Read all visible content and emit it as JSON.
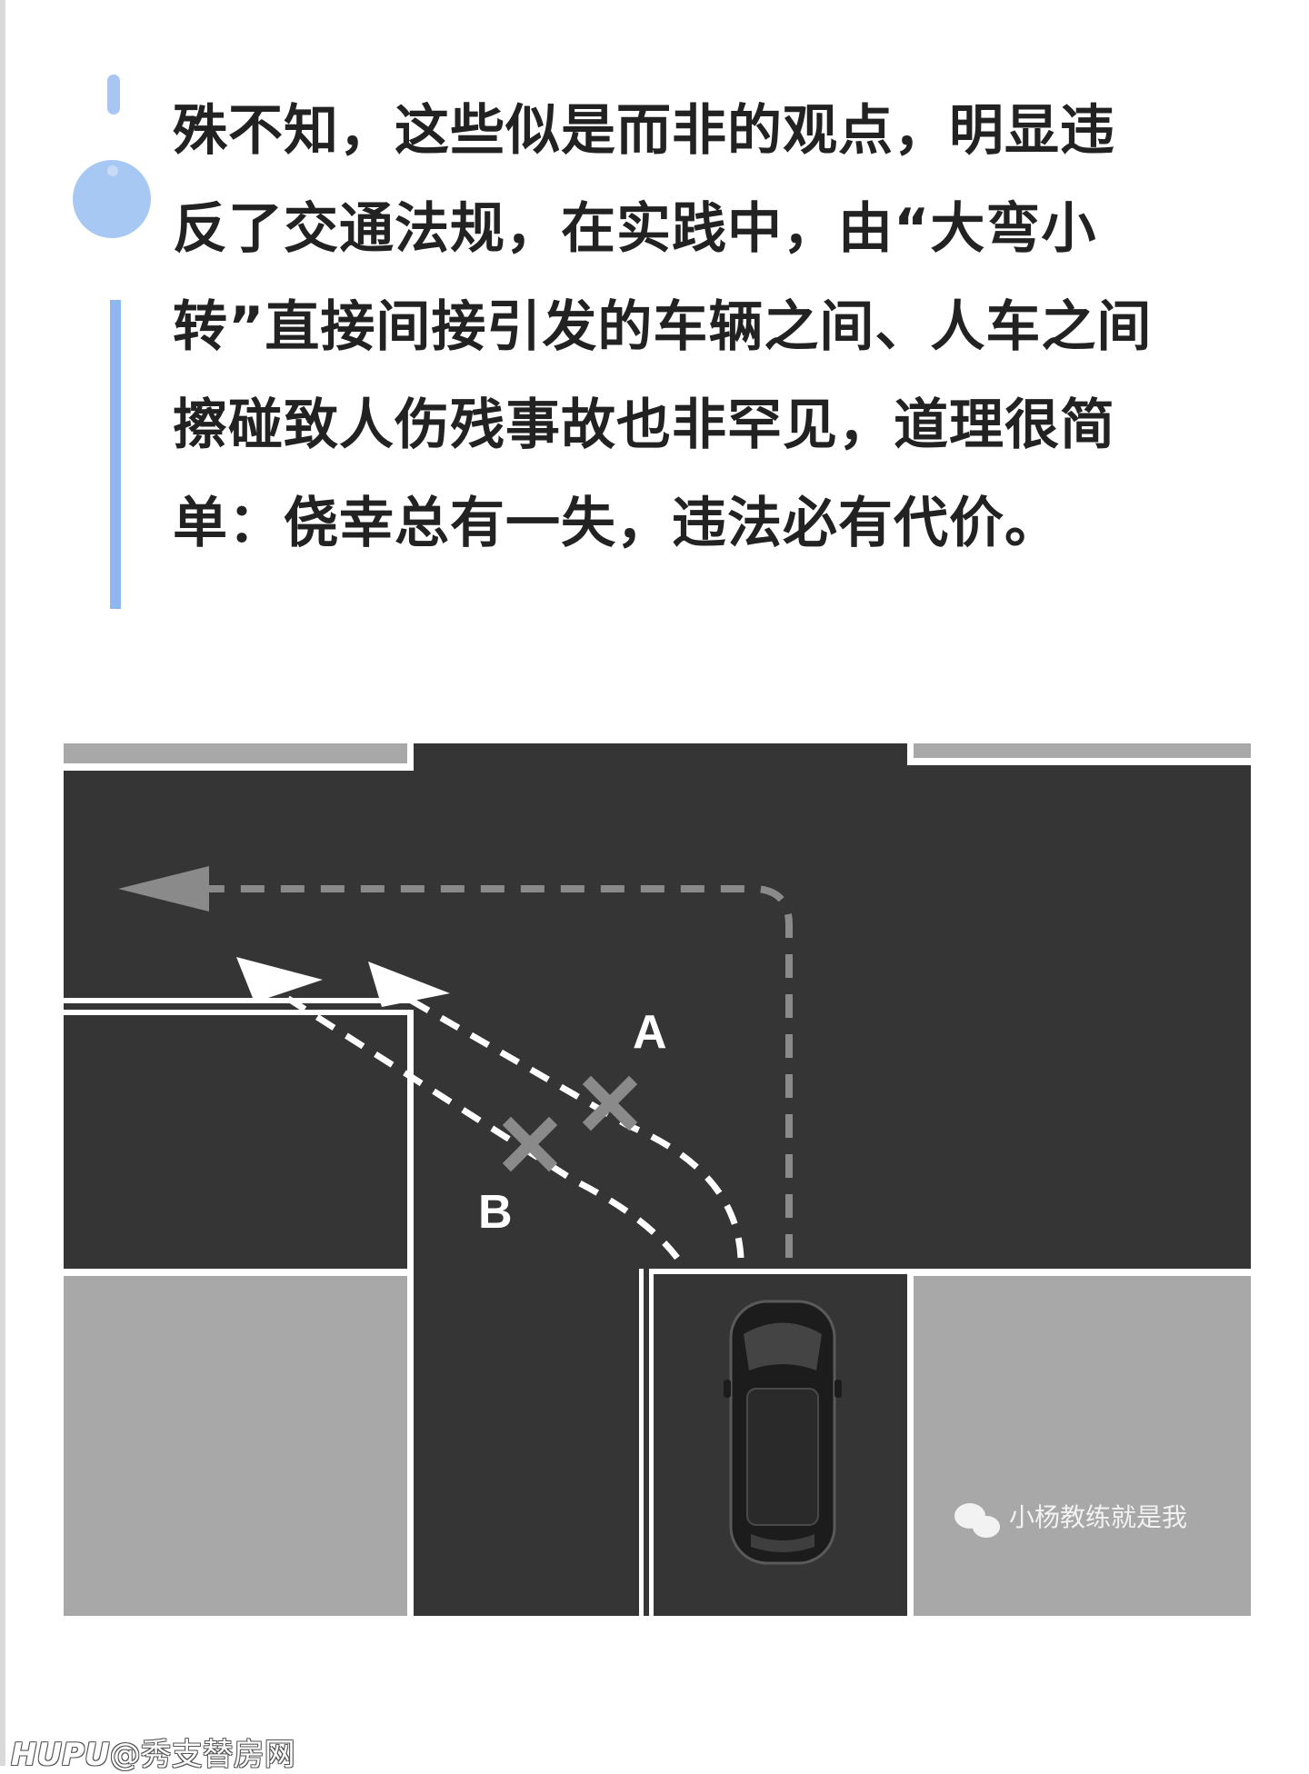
{
  "article": {
    "paragraph_lines": [
      "殊不知，这些似是而非的观点，明显违",
      "反了交通法规，在实践中，由“大弯小",
      "转”直接间接引发的车辆之间、人车之间",
      "擦碰致人伤残事故也非罕见，道理很简",
      "单：侥幸总有一失，违法必有代价。"
    ]
  },
  "diagram": {
    "label_a": "A",
    "label_b": "B",
    "watermark": "小杨教练就是我",
    "colors": {
      "road": "#353535",
      "sidewalk": "#a8a8a8",
      "line": "#ffffff",
      "dashed_path": "#8a8a8a",
      "cross": "#8a8a8a"
    }
  },
  "footer": {
    "brand": "HUPU",
    "handle": "@秀支替房网"
  }
}
